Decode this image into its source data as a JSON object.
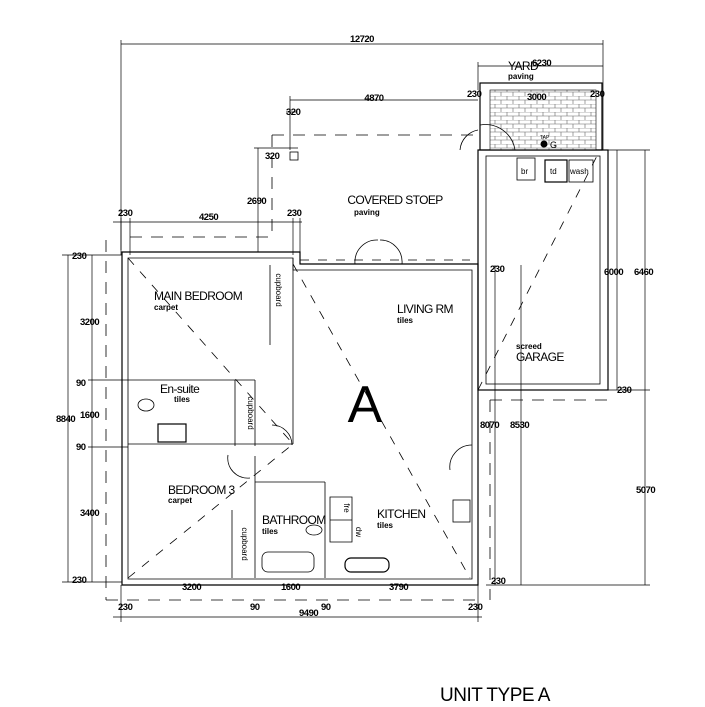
{
  "title": "UNIT TYPE A",
  "unit_letter": "A",
  "rooms": {
    "main_bedroom": {
      "name": "MAIN BEDROOM",
      "finish": "carpet"
    },
    "living": {
      "name": "LIVING RM",
      "finish": "tiles"
    },
    "stoep": {
      "name": "COVERED STOEP",
      "finish": "paving"
    },
    "yard": {
      "name": "YARD",
      "finish": "paving"
    },
    "garage": {
      "name": "GARAGE",
      "finish": "screed"
    },
    "ensuite": {
      "name": "En-suite",
      "finish": "tiles"
    },
    "bedroom3": {
      "name": "BEDROOM 3",
      "finish": "carpet"
    },
    "bathroom": {
      "name": "BATHROOM",
      "finish": "tiles"
    },
    "kitchen": {
      "name": "KITCHEN",
      "finish": "tiles"
    }
  },
  "fixtures": {
    "cupboard": "cupboard",
    "tap": "TAP",
    "gully": "G",
    "br": "br",
    "td": "td",
    "wash": "wash",
    "fridge": "fre",
    "dishwasher": "dw"
  },
  "dimensions": {
    "overall_width": "12720",
    "yard_width": "6230",
    "stoep_width": "4870",
    "yard_wall_left": "230",
    "yard_inner": "3000",
    "yard_wall_right": "230",
    "column_a": "320",
    "column_b": "320",
    "stoep_depth": "2690",
    "bed_wall_left": "230",
    "bed_width": "4250",
    "bed_wall_right": "230",
    "garage_wall_top": "230",
    "garage_inner": "6000",
    "garage_outer": "6460",
    "garage_wall_bottom": "230",
    "left_wall_top": "230",
    "main_bed_depth": "3200",
    "ensuite_wall_top": "90",
    "ensuite_depth": "1600",
    "overall_depth": "8840",
    "ensuite_wall_bottom": "90",
    "bed3_depth": "3400",
    "left_wall_bottom": "230",
    "kitchen_inner": "8070",
    "kitchen_outer": "8530",
    "east_depth": "5070",
    "bed3_width": "3200",
    "bath_width": "1600",
    "kitchen_width": "3790",
    "right_wall_bottom": "230",
    "bottom_wall_left": "230",
    "partition_a": "90",
    "overall_bottom": "9490",
    "partition_b": "90",
    "bottom_wall_right": "230"
  }
}
